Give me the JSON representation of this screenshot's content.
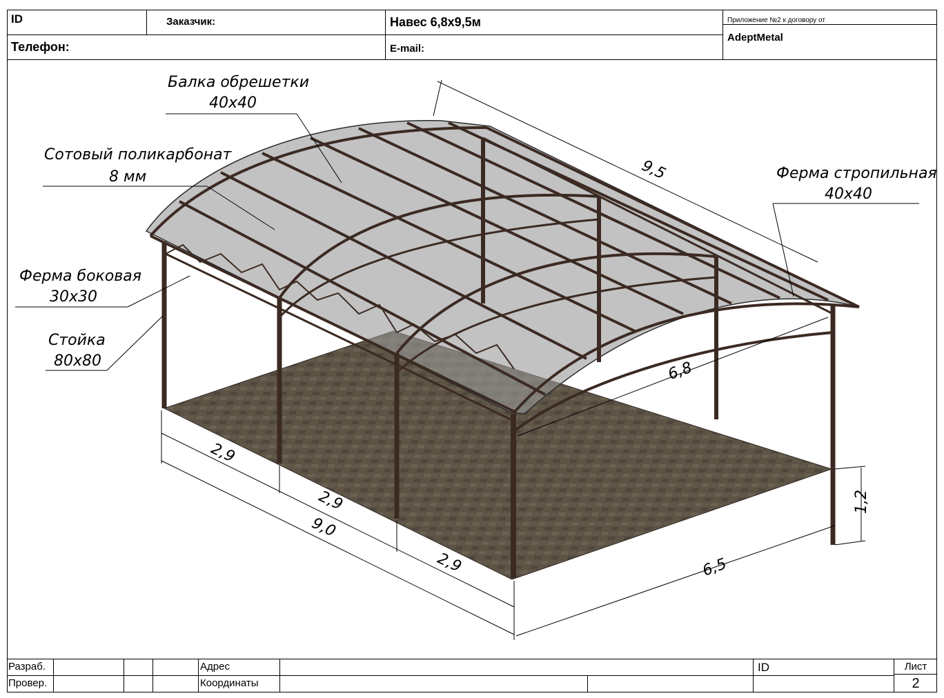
{
  "header": {
    "id_label": "ID",
    "customer_label": "Заказчик:",
    "title": "Навес 6,8х9,5м",
    "phone_label": "Телефон:",
    "email_label": "E-mail:",
    "appendix": "Приложение №2 к договору  от",
    "company": "AdeptMetal"
  },
  "callouts": {
    "batten_line1": "Балка обрешетки",
    "batten_line2": "40х40",
    "polycarb_line1": "Сотовый поликарбонат",
    "polycarb_line2": "8 мм",
    "side_truss_line1": "Ферма боковая",
    "side_truss_line2": "30х30",
    "post_line1": "Стойка",
    "post_line2": "80х80",
    "rafter_line1": "Ферма стропильная",
    "rafter_line2": "40х40"
  },
  "dimensions": {
    "length_top": "9,5",
    "width_top": "6,8",
    "span1": "2,9",
    "span2": "2,9",
    "span3": "2,9",
    "length_bottom": "9,0",
    "width_bottom": "6,5",
    "height": "1,2"
  },
  "footer": {
    "developed": "Разраб.",
    "checked": "Провер.",
    "address": "Адрес",
    "coords": "Координаты",
    "id_label": "ID",
    "sheet_label": "Лист",
    "sheet_no": "2"
  },
  "colors": {
    "steel": "#3b2a22",
    "roof": "#8a8a8a",
    "floor": "#5e5446"
  }
}
